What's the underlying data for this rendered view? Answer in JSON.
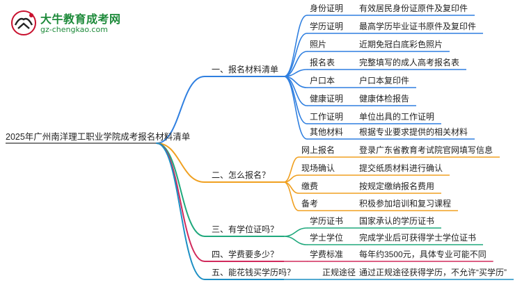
{
  "logo": {
    "name": "大牛教育成考网",
    "url": "gz-chengkao.com"
  },
  "mindmap": {
    "root": "2025年广州南洋理工职业学院成考报名材料清单",
    "branches": [
      {
        "label": "一、报名材料清单",
        "color": "#2f7fe0",
        "children": [
          {
            "key": "身份证明",
            "value": "有效居民身份证原件及复印件"
          },
          {
            "key": "学历证明",
            "value": "最高学历毕业证书原件及复印件"
          },
          {
            "key": "照片",
            "value": "近期免冠白底彩色照片"
          },
          {
            "key": "报名表",
            "value": "完整填写的成人高考报名表"
          },
          {
            "key": "户口本",
            "value": "户口本复印件"
          },
          {
            "key": "健康证明",
            "value": "健康体检报告"
          },
          {
            "key": "工作证明",
            "value": "单位出具的工作证明"
          },
          {
            "key": "其他材料",
            "value": "根据专业要求提供的相关材料"
          }
        ]
      },
      {
        "label": "二、怎么报名？",
        "color": "#f0a020",
        "children": [
          {
            "key": "网上报名",
            "value": "登录广东省教育考试院官网填写信息"
          },
          {
            "key": "现场确认",
            "value": "提交纸质材料进行确认"
          },
          {
            "key": "缴费",
            "value": "按规定缴纳报名费用"
          },
          {
            "key": "备考",
            "value": "积极参加培训和复习课程"
          }
        ]
      },
      {
        "label": "三、有学位证吗？",
        "color": "#1fa87c",
        "children": [
          {
            "key": "学历证书",
            "value": "国家承认的学历证书"
          },
          {
            "key": "学士学位",
            "value": "完成学业后可获得学士学位证书"
          }
        ]
      },
      {
        "label": "四、学费要多少？",
        "color": "#d12a5c",
        "children": [
          {
            "key": "学费标准",
            "value": "每年约3500元，具体专业可能不同"
          }
        ]
      },
      {
        "label": "五、能花钱买学历吗？",
        "color": "#1c8fc4",
        "children": [
          {
            "key": "正规途径",
            "value": "通过正规途径获得学历，不允许“买学历”"
          }
        ]
      }
    ]
  }
}
